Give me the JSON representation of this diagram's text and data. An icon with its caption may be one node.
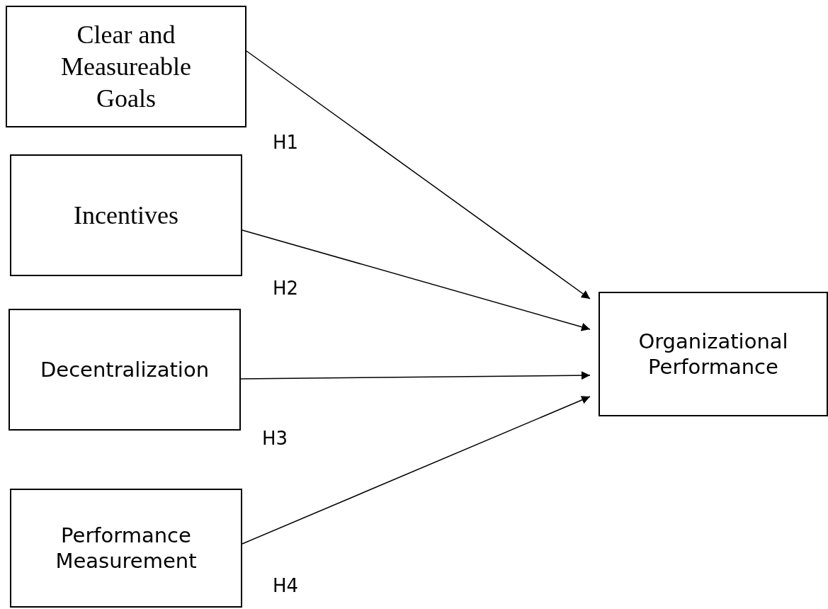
{
  "diagram": {
    "nodes": [
      {
        "text": [
          "Clear and Measureable Goals"
        ]
      },
      {
        "text": [
          "Incentives"
        ]
      },
      {
        "text": [
          "Decentralization"
        ]
      },
      {
        "text": [
          "Performance Measurement"
        ]
      },
      {
        "text": [
          "Organizational Performance"
        ]
      }
    ],
    "edges": [
      {
        "from": 0,
        "to": 4,
        "arrow": "to",
        "label": "H1"
      },
      {
        "from": 1,
        "to": 4,
        "arrow": "to",
        "label": "H2"
      },
      {
        "from": 2,
        "to": 4,
        "arrow": "to",
        "label": "H3"
      },
      {
        "from": 3,
        "to": 4,
        "arrow": "to",
        "label": "H4"
      }
    ]
  }
}
